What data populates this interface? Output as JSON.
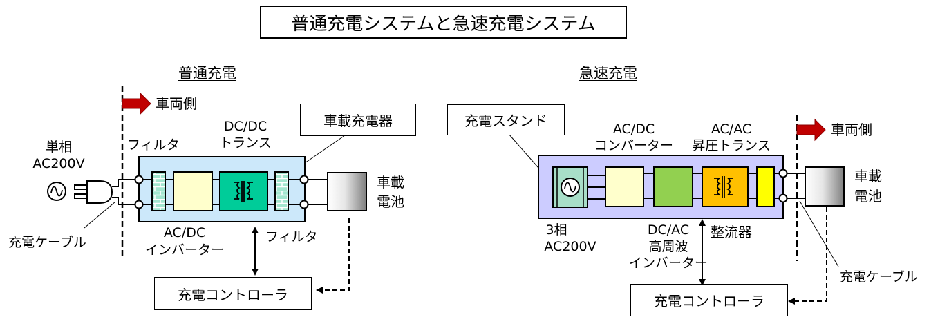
{
  "title": "普通充電システムと急速充電システム",
  "colors": {
    "arrow_red": "#c00000",
    "charger_box_fill": "#cce8fa",
    "stand_box_fill": "#ccccff",
    "filter_fill": "#a3e6cf",
    "ac_dc_block_fill": "#ffffcc",
    "transformer_green": "#00cc99",
    "stand_source_fill": "#a8dfc8",
    "converter_green": "#92d050",
    "step_up_orange": "#ffc000",
    "rectifier_yellow": "#ffff00"
  },
  "normal": {
    "section_title": "普通充電",
    "vehicle_side": "車両側",
    "onboard_charger": "車載充電器",
    "filter_top": "フィルタ",
    "dcdc_line1": "DC/DC",
    "dcdc_line2": "トランス",
    "source_line1": "単相",
    "source_line2": "AC200V",
    "battery_line1": "車載",
    "battery_line2": "電池",
    "acdc_line1": "AC/DC",
    "acdc_line2": "インバーター",
    "filter_bottom": "フィルタ",
    "cable": "充電ケーブル",
    "controller": "充電コントローラ"
  },
  "quick": {
    "section_title": "急速充電",
    "vehicle_side": "車両側",
    "charging_stand": "充電スタンド",
    "acdc_line1": "AC/DC",
    "acdc_line2": "コンバーター",
    "acac_line1": "AC/AC",
    "acac_line2": "昇圧トランス",
    "battery_line1": "車載",
    "battery_line2": "電池",
    "source_line1": "3相",
    "source_line2": "AC200V",
    "dcac_line1": "DC/AC",
    "dcac_line2": "高周波",
    "dcac_line3": "インバーター",
    "rectifier": "整流器",
    "cable": "充電ケーブル",
    "controller": "充電コントローラ"
  }
}
